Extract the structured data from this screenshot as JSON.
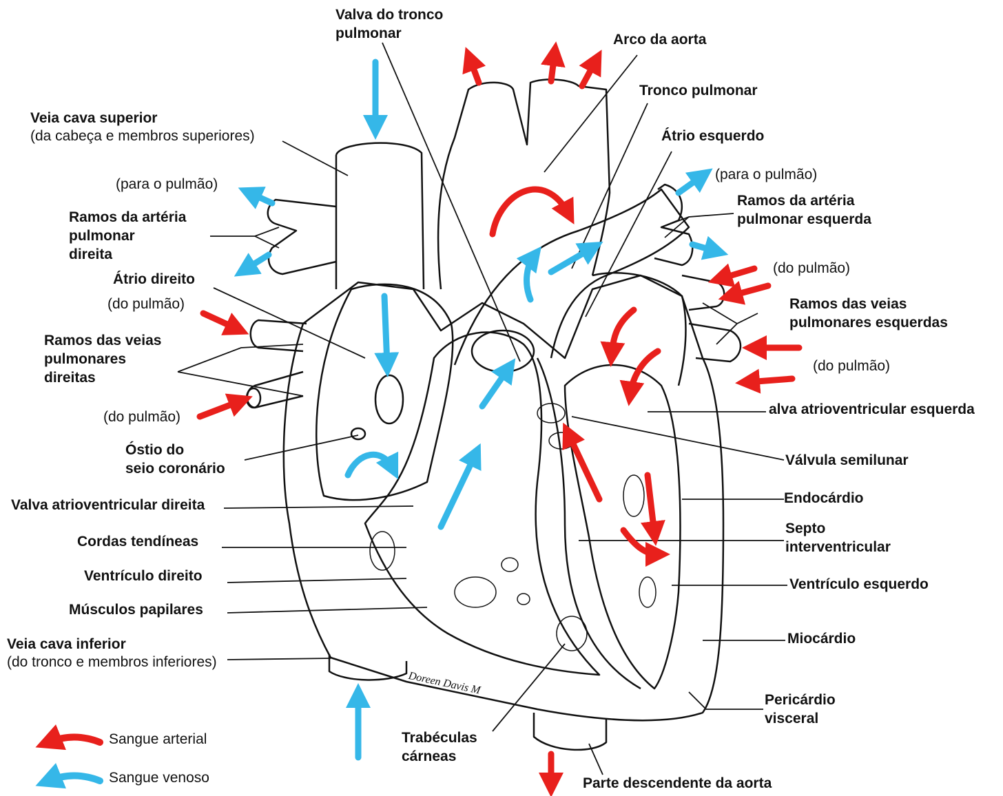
{
  "labels": {
    "valva_tronco_pulmonar": [
      "Valva do tronco",
      "pulmonar"
    ],
    "arco_aorta": "Arco da aorta",
    "tronco_pulmonar": "Tronco pulmonar",
    "atrio_esquerdo": "Átrio esquerdo",
    "veia_cava_superior": "Veia cava superior",
    "veia_cava_superior_note": "(da cabeça e membros superiores)",
    "para_pulmao_direito": "(para o pulmão)",
    "ramos_arteria_pulmonar_direita": [
      "Ramos da artéria",
      "pulmonar",
      "direita"
    ],
    "atrio_direito": "Átrio direito",
    "do_pulmao_1": "(do pulmão)",
    "ramos_veias_pulmonares_direitas": [
      "Ramos das veias",
      "pulmonares",
      "direitas"
    ],
    "do_pulmao_2": "(do pulmão)",
    "ostio_seio_coronario": [
      "Óstio do",
      "seio coronário"
    ],
    "valva_av_direita": "Valva atrioventricular direita",
    "cordas_tendineas": "Cordas tendíneas",
    "ventriculo_direito": "Ventrículo direito",
    "musculos_papilares": "Músculos papilares",
    "veia_cava_inferior": "Veia cava inferior",
    "veia_cava_inferior_note": "(do tronco e membros inferiores)",
    "para_pulmao_esquerdo": "(para o pulmão)",
    "ramos_arteria_pulmonar_esquerda": [
      "Ramos da artéria",
      "pulmonar esquerda"
    ],
    "do_pulmao_3": "(do pulmão)",
    "ramos_veias_pulmonares_esquerdas": [
      "Ramos das veias",
      "pulmonares esquerdas"
    ],
    "do_pulmao_4": "(do pulmão)",
    "valva_av_esquerda": "alva atrioventricular esquerda",
    "valvula_semilunar": "Válvula semilunar",
    "endocardio": "Endocárdio",
    "septo_interventricular": [
      "Septo",
      "interventricular"
    ],
    "ventriculo_esquerdo": "Ventrículo esquerdo",
    "miocardio": "Miocárdio",
    "pericardio_visceral": [
      "Pericárdio",
      "visceral"
    ],
    "trabeculas_carneas": [
      "Trabéculas",
      "cárneas"
    ],
    "parte_descendente_aorta": "Parte descendente da aorta",
    "signature": "Doreen Davis M"
  },
  "legend": {
    "arterial": "Sangue arterial",
    "venoso": "Sangue venoso"
  },
  "colors": {
    "arterial": "#e8201c",
    "venoso": "#35b7e8",
    "outline": "#111111"
  }
}
